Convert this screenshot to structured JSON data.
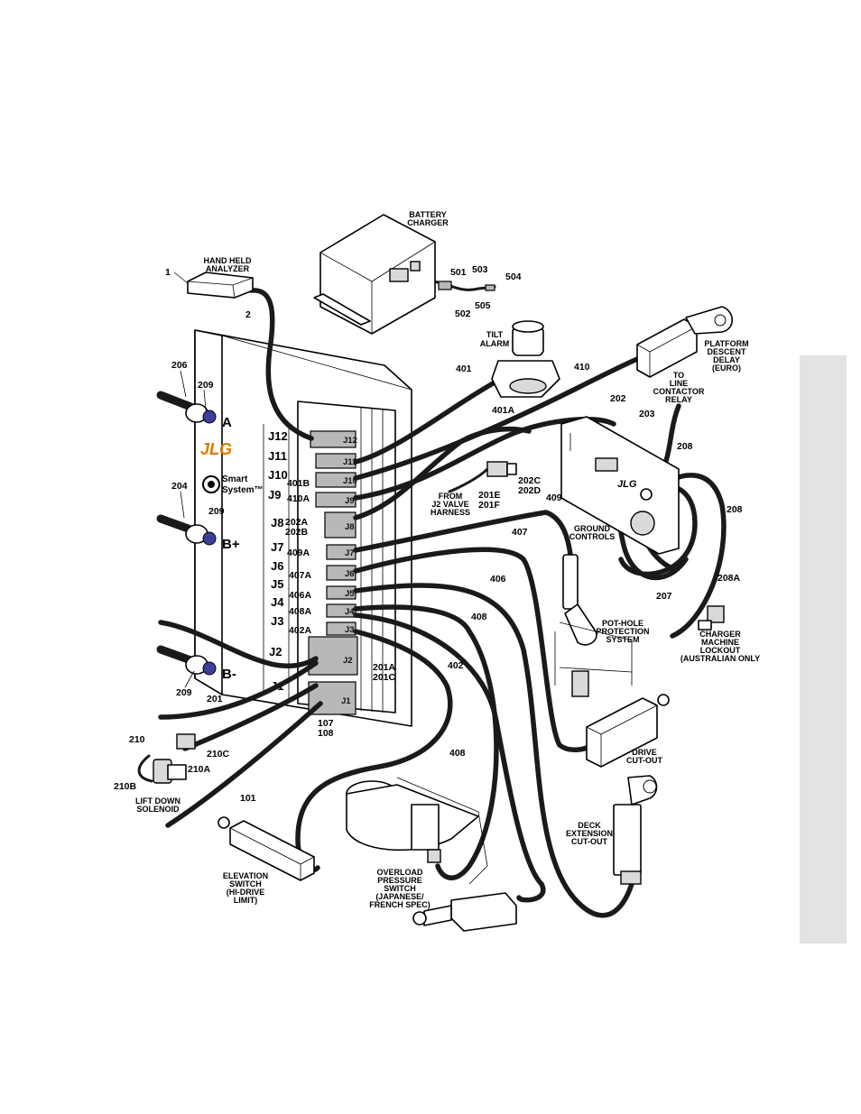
{
  "labels": {
    "battery_charger": [
      "BATTERY",
      "CHARGER"
    ],
    "hand_held_analyzer": [
      "HAND HELD",
      "ANALYZER"
    ],
    "tilt_alarm": [
      "TILT",
      "ALARM"
    ],
    "platform_descent_delay": [
      "PLATFORM",
      "DESCENT",
      "DELAY",
      "(EURO)"
    ],
    "to_line_contactor_relay": [
      "TO",
      "LINE",
      "CONTACTOR",
      "RELAY"
    ],
    "from_j2_valve_harness": [
      "FROM",
      "J2 VALVE",
      "HARNESS"
    ],
    "ground_controls": [
      "GROUND",
      "CONTROLS"
    ],
    "pot_hole_protection": [
      "POT-HOLE",
      "PROTECTION",
      "SYSTEM"
    ],
    "charger_machine_lockout": [
      "CHARGER",
      "MACHINE",
      "LOCKOUT",
      "(AUSTRALIAN ONLY"
    ],
    "lift_down_solenoid": [
      "LIFT DOWN",
      "SOLENOID"
    ],
    "drive_cut_out": [
      "DRIVE",
      "CUT-OUT"
    ],
    "deck_extension_cut_out": [
      "DECK",
      "EXTENSION",
      "CUT-OUT"
    ],
    "elevation_switch": [
      "ELEVATION",
      "SWITCH",
      "(HI-DRIVE",
      "LIMIT)"
    ],
    "overload_pressure_switch": [
      "OVERLOAD",
      "PRESSURE",
      "SWITCH",
      "(JAPANESE/",
      "FRENCH SPEC)"
    ]
  },
  "callouts": {
    "c1": "1",
    "c2": "2",
    "c501": "501",
    "c502": "502",
    "c503": "503",
    "c504": "504",
    "c505": "505",
    "c401": "401",
    "c401a": "401A",
    "c410": "410",
    "c202": "202",
    "c203": "203",
    "c206": "206",
    "c209a": "209",
    "c209b": "209",
    "c209c": "209",
    "c204": "204",
    "c201": "201",
    "c210": "210",
    "c210a": "210A",
    "c210b": "210B",
    "c210c": "210C",
    "c101": "101",
    "c107": "107",
    "c108": "108",
    "c201a": "201A",
    "c201c": "201C",
    "c201e": "201E",
    "c201f": "201F",
    "c202c": "202C",
    "c202d": "202D",
    "c401b": "401B",
    "c410a": "410A",
    "c202a": "202A",
    "c202b": "202B",
    "c409a": "409A",
    "c407a": "407A",
    "c406a": "406A",
    "c408a": "408A",
    "c402a": "402A",
    "c409": "409",
    "c407": "407",
    "c406": "406",
    "c408a2": "408",
    "c408b": "408",
    "c402": "402",
    "c208a": "208",
    "c208b": "208",
    "c208c": "208A",
    "c207": "207"
  },
  "terminals": {
    "a": "A",
    "bplus": "B+",
    "bminus": "B-"
  },
  "jacks": [
    "J12",
    "J11",
    "J10",
    "J9",
    "J8",
    "J7",
    "J6",
    "J5",
    "J4",
    "J3",
    "J2",
    "J1"
  ],
  "brand": {
    "logo": "JLG",
    "smart1": "Smart",
    "smart2": "System™",
    "panel_logo": "JLG"
  }
}
